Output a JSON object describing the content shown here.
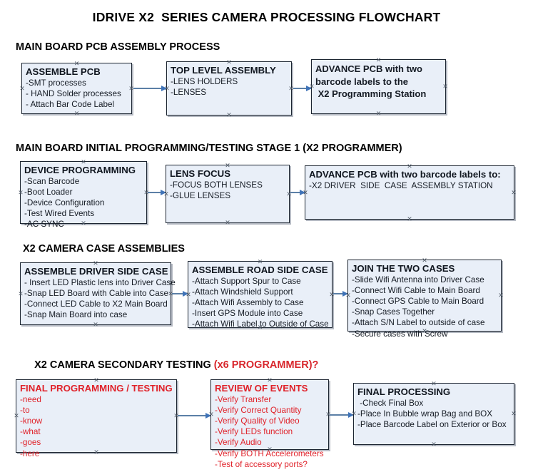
{
  "document": {
    "title": "IDRIVE X2  SERIES CAMERA PROCESSING FLOWCHART",
    "accent_color": "#d8262c",
    "box_fill": "#e9eff8",
    "box_border": "#1b2430",
    "arrow_color": "#3f73b8"
  },
  "sections": [
    {
      "id": "main-board-pcb-assembly",
      "header": "MAIN BOARD PCB ASSEMBLY PROCESS",
      "header_accent": ""
    },
    {
      "id": "main-board-initial-programming",
      "header": "MAIN BOARD INITIAL PROGRAMMING/TESTING STAGE 1 (X2 PROGRAMMER)",
      "header_accent": ""
    },
    {
      "id": "x2-camera-case-assemblies",
      "header": "X2 CAMERA CASE ASSEMBLIES",
      "header_accent": ""
    },
    {
      "id": "x2-camera-secondary-testing",
      "header": "X2 CAMERA SECONDARY TESTING ",
      "header_accent": "(x6 PROGRAMMER)?"
    }
  ],
  "nodes": {
    "assemble_pcb": {
      "title": "ASSEMBLE PCB",
      "lines": [
        "-SMT processes",
        "- HAND Solder processes",
        "- Attach Bar Code Label"
      ]
    },
    "top_level_assembly": {
      "title": "TOP LEVEL ASSEMBLY",
      "lines": [
        "-LENS HOLDERS",
        "-LENSES"
      ]
    },
    "advance_pcb_programming_station": {
      "lines": [
        "ADVANCE PCB with two",
        "barcode labels to the",
        " X2 Programming Station"
      ]
    },
    "device_programming": {
      "title": "DEVICE PROGRAMMING",
      "lines": [
        "-Scan Barcode",
        "-Boot Loader",
        "-Device Configuration",
        "-Test Wired Events",
        "-AC SYNC"
      ]
    },
    "lens_focus": {
      "title": "LENS FOCUS",
      "lines": [
        "-FOCUS BOTH LENSES",
        "-GLUE LENSES"
      ]
    },
    "advance_pcb_driver_side": {
      "title": "ADVANCE PCB with two barcode labels to:",
      "lines": [
        "-X2 DRIVER  SIDE  CASE  ASSEMBLY STATION"
      ]
    },
    "assemble_driver_side_case": {
      "title": "ASSEMBLE DRIVER SIDE CASE",
      "lines": [
        "- Insert LED Plastic lens into Driver Case",
        "-Snap LED Board with Cable into Case",
        "-Connect LED Cable to X2 Main Board",
        "-Snap Main Board into case"
      ]
    },
    "assemble_road_side_case": {
      "title": "ASSEMBLE ROAD SIDE CASE",
      "lines": [
        "-Attach Support Spur to Case",
        "-Attach Windshield Support",
        "-Attach Wifi Assembly to Case",
        "-Insert GPS Module into Case",
        "-Attach Wifi Label to Outside of Case"
      ]
    },
    "join_the_two_cases": {
      "title": "JOIN THE TWO CASES",
      "lines": [
        "-Slide Wifi Antenna into Driver Case",
        "-Connect Wifi Cable to Main Board",
        "-Connect GPS Cable to Main Board",
        "-Snap Cases Together",
        "-Attach S/N Label to outside of case",
        "-Secure cases with Screw"
      ]
    },
    "final_programming_testing": {
      "title": "FINAL PROGRAMMING / TESTING",
      "lines": [
        "-need",
        "-to",
        "-know",
        "-what",
        "-goes",
        "-here"
      ]
    },
    "review_of_events": {
      "title": "REVIEW OF EVENTS",
      "lines": [
        "-Verify Transfer",
        "-Verify Correct Quantity",
        "-Verify Quality of Video",
        "-Verify LEDs function",
        "-Verify Audio",
        "-Verify BOTH Accelerometers",
        "-Test of accessory ports?"
      ]
    },
    "final_processing": {
      "title": "FINAL PROCESSING",
      "lines": [
        " -Check Final Box",
        "-Place In Bubble wrap Bag and BOX",
        "-Place Barcode Label on Exterior or Box"
      ]
    }
  }
}
